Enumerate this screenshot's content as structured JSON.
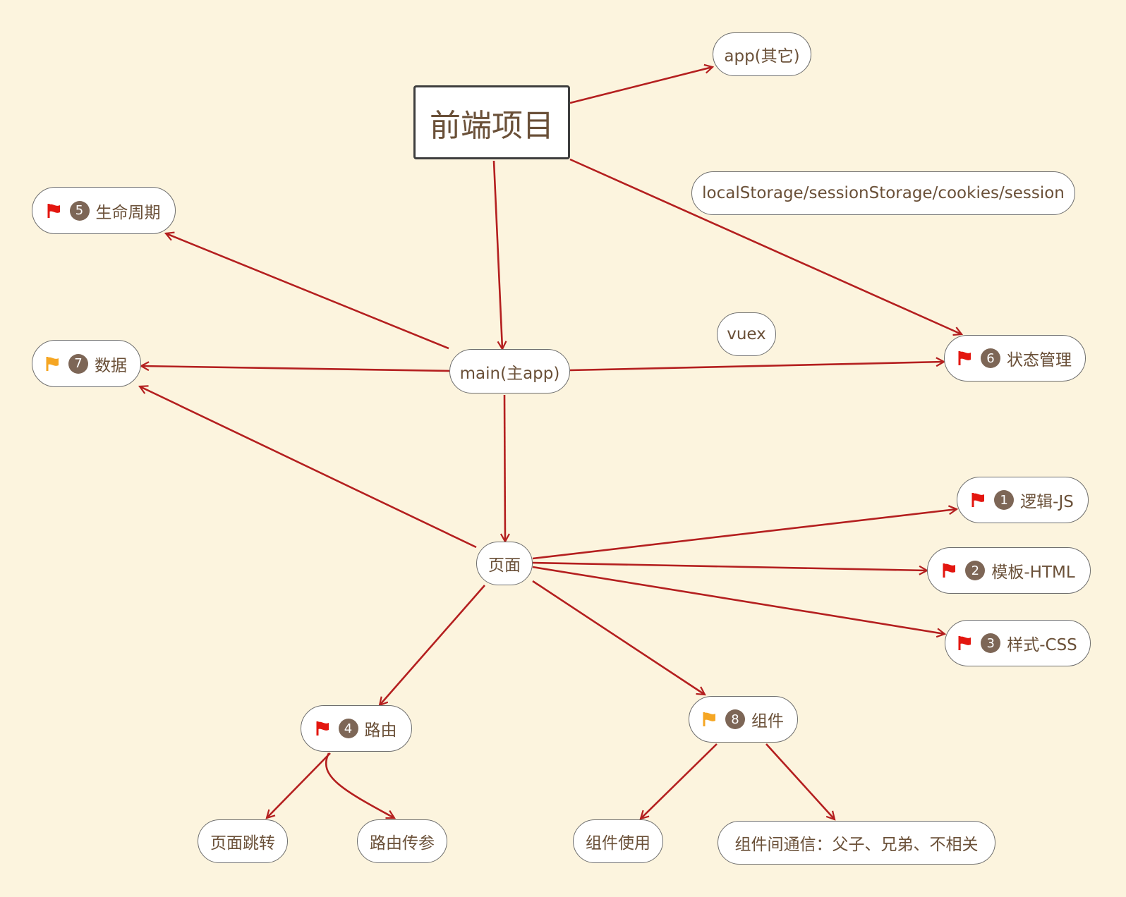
{
  "colors": {
    "background": "#fcf4de",
    "edge": "#b41f1f",
    "flag_red": "#e3160f",
    "flag_orange": "#f5a623",
    "badge": "#7d6656",
    "text": "#6a5038"
  },
  "nodes": {
    "root": {
      "label": "前端项目"
    },
    "app_other": {
      "label": "app(其它)"
    },
    "storage": {
      "label": "localStorage/sessionStorage/cookies/session"
    },
    "lifecycle": {
      "label": "生命周期",
      "number": "5",
      "flag": "red-flag-icon"
    },
    "data": {
      "label": "数据",
      "number": "7",
      "flag": "orange-flag-icon"
    },
    "main": {
      "label": "main(主app)"
    },
    "vuex": {
      "label": "vuex"
    },
    "state": {
      "label": "状态管理",
      "number": "6",
      "flag": "red-flag-icon"
    },
    "page": {
      "label": "页面"
    },
    "logic": {
      "label": "逻辑-JS",
      "number": "1",
      "flag": "red-flag-icon"
    },
    "template": {
      "label": "模板-HTML",
      "number": "2",
      "flag": "red-flag-icon"
    },
    "style": {
      "label": "样式-CSS",
      "number": "3",
      "flag": "red-flag-icon"
    },
    "router": {
      "label": "路由",
      "number": "4",
      "flag": "red-flag-icon"
    },
    "component": {
      "label": "组件",
      "number": "8",
      "flag": "orange-flag-icon"
    },
    "page_jump": {
      "label": "页面跳转"
    },
    "route_params": {
      "label": "路由传参"
    },
    "component_use": {
      "label": "组件使用"
    },
    "component_comm": {
      "label": "组件间通信：父子、兄弟、不相关"
    }
  },
  "edges": [
    {
      "from": "root",
      "to": "app_other"
    },
    {
      "from": "root",
      "to": "main"
    },
    {
      "from": "root",
      "to": "state"
    },
    {
      "from": "main",
      "to": "lifecycle"
    },
    {
      "from": "main",
      "to": "data"
    },
    {
      "from": "main",
      "to": "state"
    },
    {
      "from": "main",
      "to": "page"
    },
    {
      "from": "page",
      "to": "data"
    },
    {
      "from": "page",
      "to": "logic"
    },
    {
      "from": "page",
      "to": "template"
    },
    {
      "from": "page",
      "to": "style"
    },
    {
      "from": "page",
      "to": "router"
    },
    {
      "from": "page",
      "to": "component"
    },
    {
      "from": "router",
      "to": "page_jump"
    },
    {
      "from": "router",
      "to": "route_params"
    },
    {
      "from": "component",
      "to": "component_use"
    },
    {
      "from": "component",
      "to": "component_comm"
    }
  ]
}
